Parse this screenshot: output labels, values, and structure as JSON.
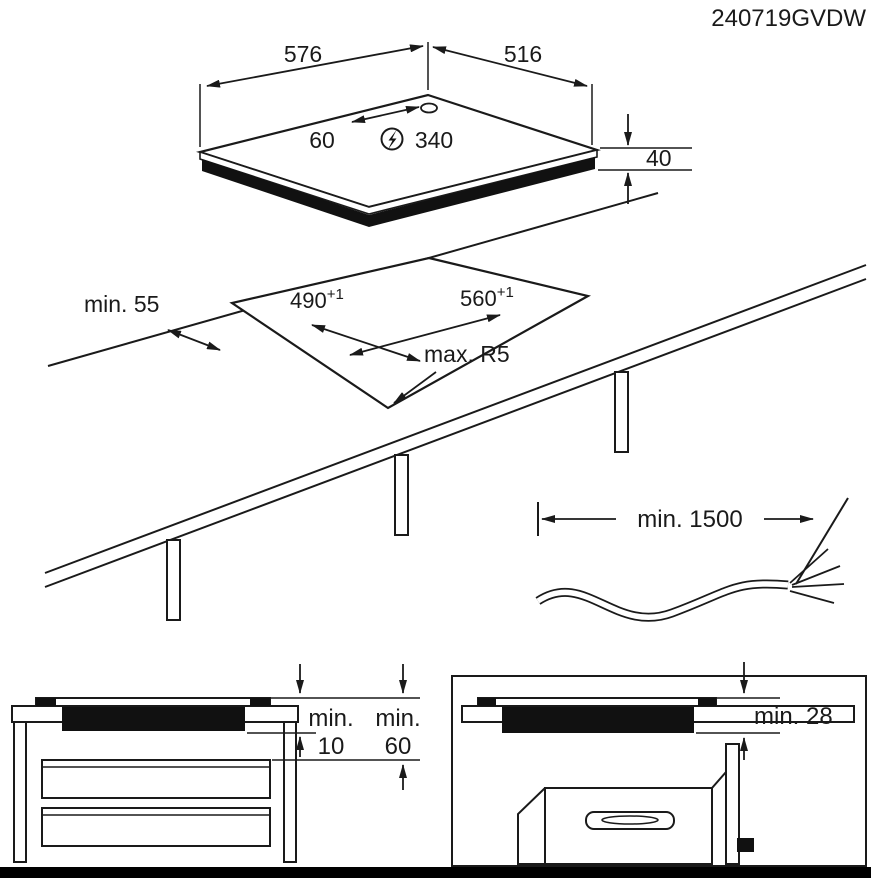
{
  "page": {
    "line_color": "#1a1a1a",
    "footer_bar_color": "#000000"
  },
  "header": {
    "code": "240719GVDW"
  },
  "hob_view": {
    "width_mm": "576",
    "depth_mm": "516",
    "height_mm": "40",
    "cable_offset_left_mm": "60",
    "cable_offset_right_mm": "340",
    "power_symbol": "lightning-bolt-circle"
  },
  "cutout_view": {
    "depth_mm": "490",
    "depth_tolerance": "+1",
    "width_mm": "560",
    "width_tolerance": "+1",
    "front_clearance": "min. 55",
    "corner_radius": "max. R5"
  },
  "cable_view": {
    "min_length": "min. 1500"
  },
  "left_section_view": {
    "clearance_1_label": "min.",
    "clearance_1_value": "10",
    "clearance_2_label": "min.",
    "clearance_2_value": "60"
  },
  "right_section_view": {
    "oven_clearance": "min. 28"
  }
}
